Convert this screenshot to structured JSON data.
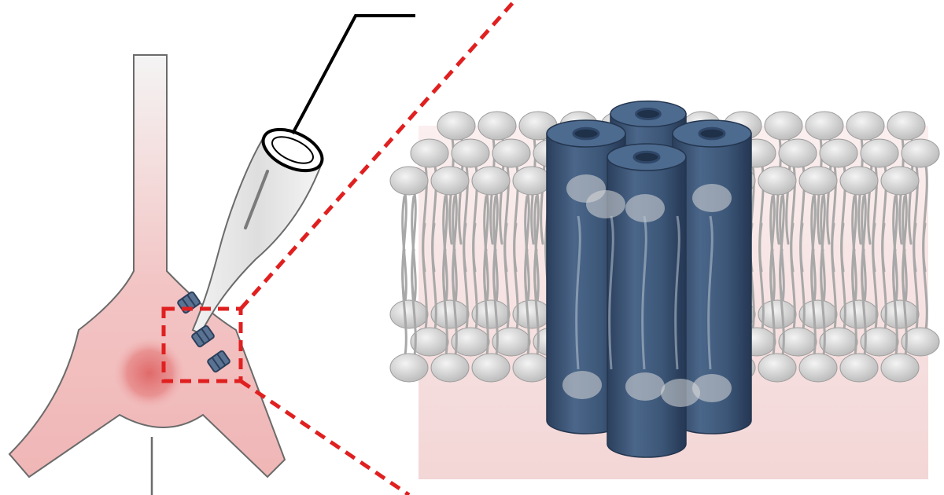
{
  "figure": {
    "panels": {
      "left": "neuron-with-patch-pipette",
      "right": "lipid-bilayer-with-ion-channel"
    },
    "channel": {
      "subunit_count": 4,
      "color": "#3f587a"
    },
    "highlight": {
      "color": "#e02020",
      "style": "dashed"
    },
    "colors": {
      "cell_fill": "#f3c7c7",
      "nucleus": "#e88a8a",
      "lipid_head": "#c9c9c9",
      "membrane_bg": "#f6dede",
      "pipette": "#dcdcdc"
    }
  }
}
